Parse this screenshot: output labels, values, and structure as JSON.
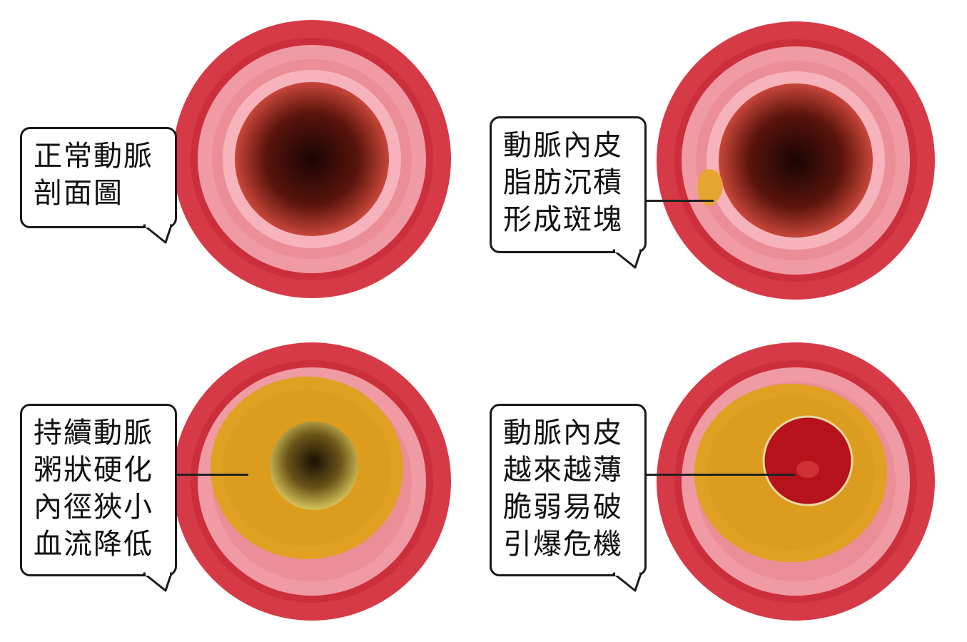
{
  "panels": [
    {
      "id": "normal",
      "caption_lines": [
        "正常動脈",
        "剖面圖"
      ],
      "plaque": "none",
      "lumen_color": "#3a0d0a"
    },
    {
      "id": "early-plaque",
      "caption_lines": [
        "動脈內皮",
        "脂肪沉積",
        "形成斑塊"
      ],
      "plaque": "small",
      "lumen_color": "#3a0d0a"
    },
    {
      "id": "atherosclerosis",
      "caption_lines": [
        "持續動脈",
        "粥狀硬化",
        "內徑狹小",
        "血流降低"
      ],
      "plaque": "thick",
      "lumen_color": "#2a1a08"
    },
    {
      "id": "rupture-risk",
      "caption_lines": [
        "動脈內皮",
        "越來越薄",
        "脆弱易破",
        "引爆危機"
      ],
      "plaque": "thick-clot",
      "lumen_color": "#b5121b"
    }
  ],
  "colors": {
    "adventitia": "#d63a46",
    "media": "#f09aa4",
    "intima": "#f6b3bb",
    "plaque": "#e0a021",
    "clot": "#b5121b"
  }
}
